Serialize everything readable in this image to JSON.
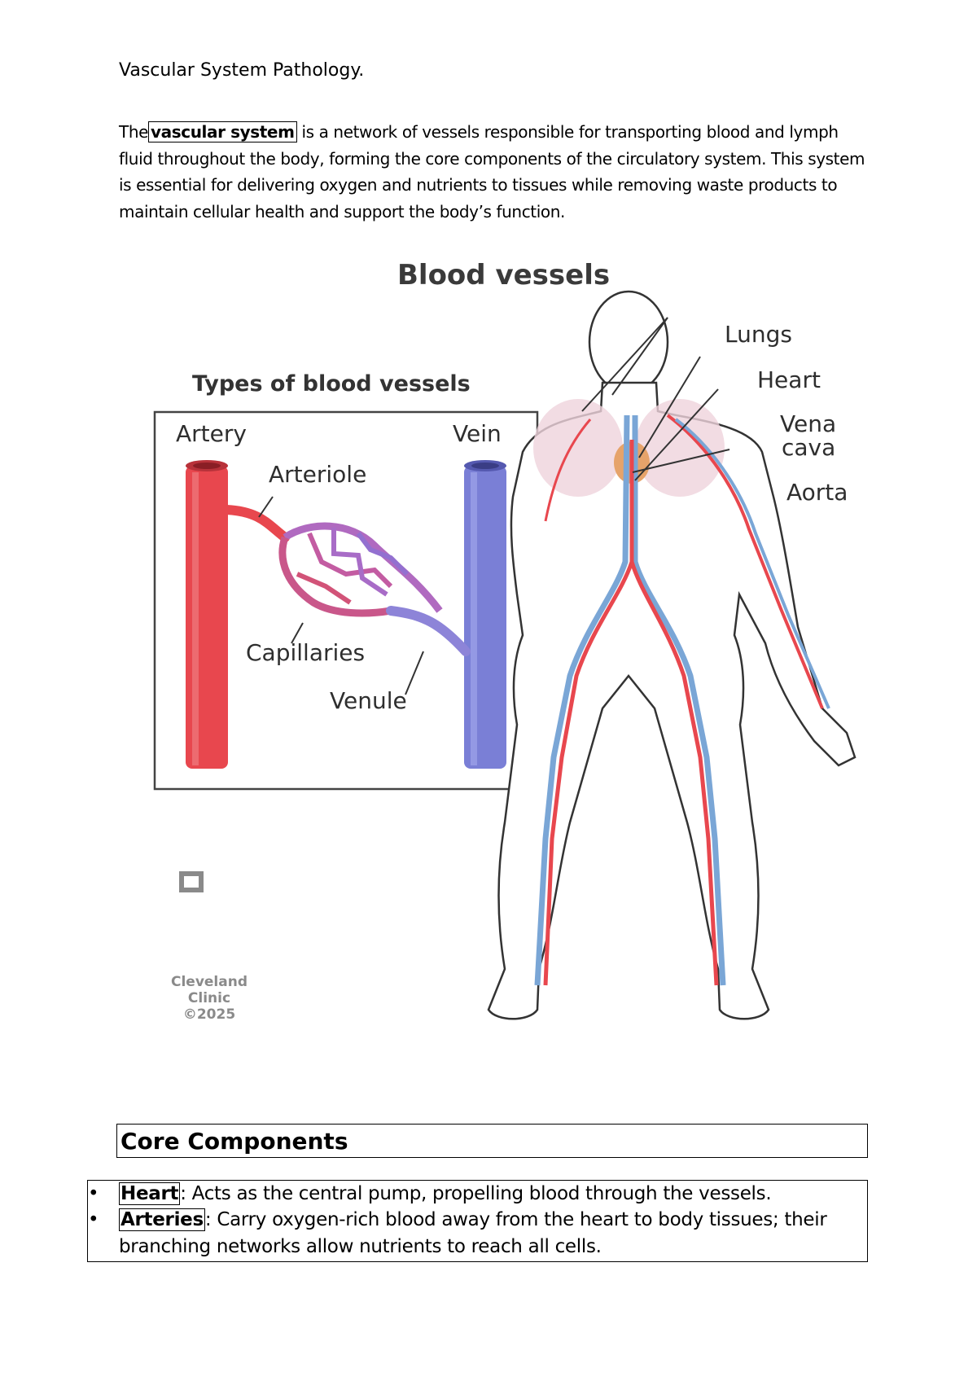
{
  "document": {
    "title": "Vascular System Pathology.",
    "intro": {
      "lead": "The",
      "keyword": "vascular system",
      "rest": " is a network of vessels responsible for transporting blood and lymph fluid throughout the body, forming the core components of the circulatory system. This system is essential for delivering oxygen and nutrients to tissues while removing waste products to maintain cellular health and support the body’s function."
    }
  },
  "figure": {
    "title": "Blood vessels",
    "types_title": "Types of blood vessels",
    "labels": {
      "artery": "Artery",
      "vein": "Vein",
      "arteriole": "Arteriole",
      "capillaries": "Capillaries",
      "venule": "Venule",
      "lungs": "Lungs",
      "heart": "Heart",
      "vena_cava_1": "Vena",
      "vena_cava_2": "cava",
      "aorta": "Aorta"
    },
    "logo": {
      "line1": "Cleveland",
      "line2": "Clinic",
      "line3": "©2025"
    },
    "colors": {
      "artery": "#e8474e",
      "vein": "#7a7fd6",
      "skin": "#ffffff",
      "outline": "#333333"
    }
  },
  "core": {
    "heading": "Core Components",
    "items": [
      {
        "bullet": "•",
        "term": "Heart",
        "text_line1": ": Acts as the central pump, propelling blood through the vessels.",
        "text_line2": ""
      },
      {
        "bullet": "•",
        "term": "Arteries",
        "text_line1": ": Carry oxygen-rich blood away from the heart to body tissues; their",
        "text_line2": "branching networks allow nutrients to reach all cells."
      }
    ]
  }
}
